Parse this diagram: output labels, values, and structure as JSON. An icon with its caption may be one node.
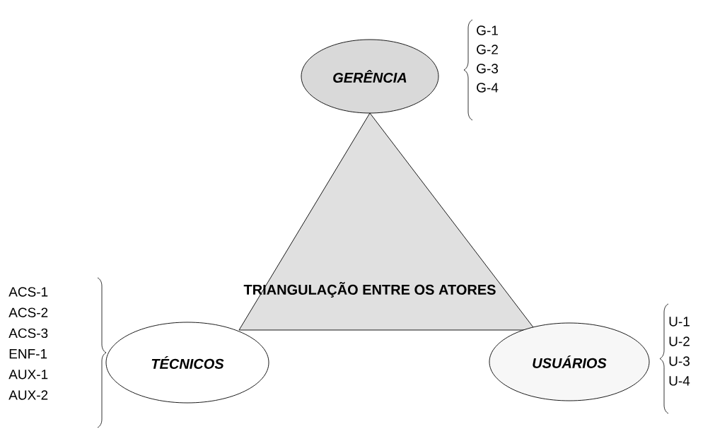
{
  "diagram": {
    "nodes": [
      {
        "text": [
          "GERÊNCIA"
        ],
        "beside": [
          "G-1",
          "G-2",
          "G-3",
          "G-4"
        ]
      },
      {
        "text": [
          "TRIANGULAÇÃO ENTRE OS ATORES"
        ]
      },
      {
        "text": [
          "TÉCNICOS"
        ],
        "beside": [
          "ACS-1",
          "ACS-2",
          "ACS-3",
          "ENF-1",
          "AUX-1",
          "AUX-2"
        ]
      },
      {
        "text": [
          "USUÁRIOS"
        ],
        "beside": [
          "U-1",
          "U-2",
          "U-3",
          "U-4"
        ]
      }
    ]
  }
}
